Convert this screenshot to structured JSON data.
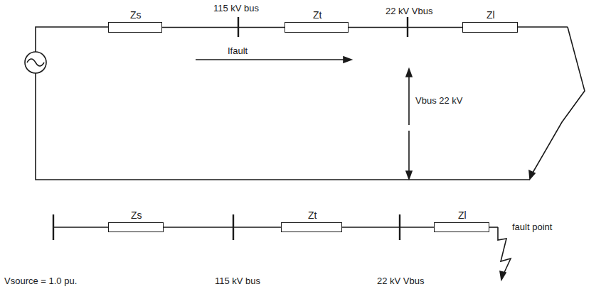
{
  "diagram": {
    "nodes": [
      {
        "text": [
          "Zs"
        ]
      },
      {
        "text": [
          "Zt"
        ]
      },
      {
        "text": [
          "Zl"
        ]
      },
      {
        "text": [
          "Zs"
        ]
      },
      {
        "text": [
          "Zt"
        ]
      },
      {
        "text": [
          "Zl"
        ]
      }
    ],
    "edges": [
      {
        "from": 0,
        "to": 1,
        "arrow": "none"
      },
      {
        "from": 1,
        "to": 2,
        "arrow": "none"
      },
      {
        "from": 3,
        "to": 4,
        "arrow": "none"
      },
      {
        "from": 4,
        "to": 5,
        "arrow": "none"
      }
    ],
    "labels": [
      "115 kV bus",
      "22 kV Vbus",
      "Ifault",
      "Vbus 22 kV",
      "fault point",
      "Vsource = 1.0 pu.",
      "115 kV bus",
      "22 kV Vbus"
    ]
  }
}
